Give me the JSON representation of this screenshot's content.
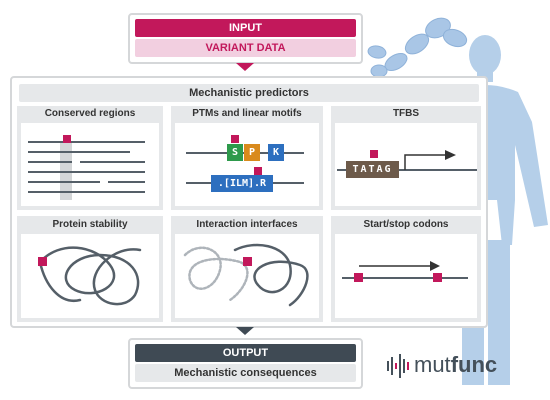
{
  "input": {
    "header": "INPUT",
    "subtitle": "VARIANT DATA"
  },
  "mechanistic": {
    "title": "Mechanistic predictors",
    "panels": [
      {
        "title": "Conserved regions"
      },
      {
        "title": "PTMs and linear motifs",
        "motif_letters": [
          "S",
          "P",
          "K"
        ],
        "motif_pattern": ".[ILM].R"
      },
      {
        "title": "TFBS",
        "sequence": "TATAG"
      },
      {
        "title": "Protein stability"
      },
      {
        "title": "Interaction interfaces"
      },
      {
        "title": "Start/stop codons"
      }
    ]
  },
  "output": {
    "header": "OUTPUT",
    "subtitle": "Mechanistic consequences"
  },
  "brand": {
    "prefix": "mut",
    "suffix": "func"
  },
  "colors": {
    "magenta": "#c2185b",
    "light_pink": "#f2cfe0",
    "panel_bg": "#e6e8ea",
    "dark_slate": "#3f4a54",
    "body_blue": "#b5cfe9",
    "motif_green": "#2e9a4c",
    "motif_orange": "#d98a1c",
    "motif_blue": "#2d6fbf",
    "tfbs_brown": "#6d5a4a"
  }
}
